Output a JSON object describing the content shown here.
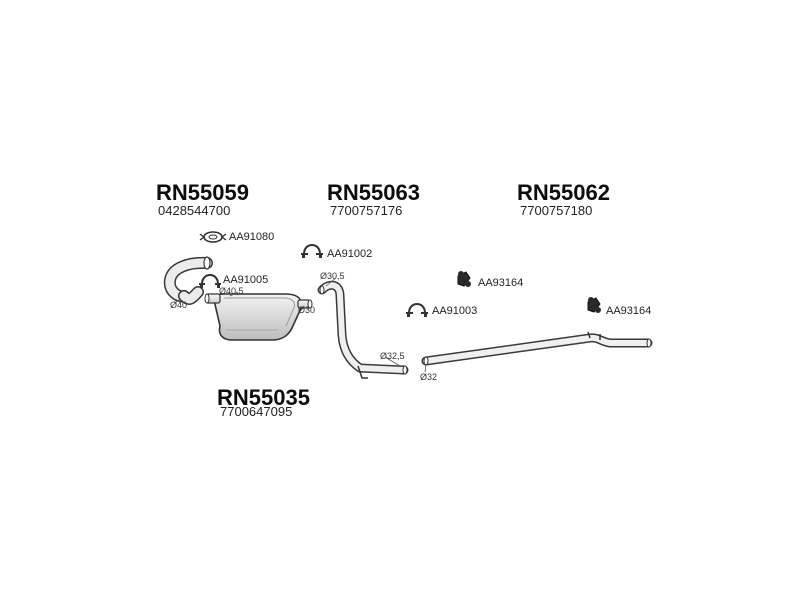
{
  "kits": [
    {
      "code": "RN55059",
      "oem": "0428544700"
    },
    {
      "code": "RN55063",
      "oem": "7700757176"
    },
    {
      "code": "RN55062",
      "oem": "7700757180"
    },
    {
      "code": "RN55035",
      "oem": "7700647095"
    }
  ],
  "parts": {
    "clamp_aa91080": "AA91080",
    "clamp_aa91005": "AA91005",
    "clamp_aa91002": "AA91002",
    "clamp_aa91003": "AA91003",
    "mount_aa93164_a": "AA93164",
    "mount_aa93164_b": "AA93164"
  },
  "dimensions": {
    "d40": "Ø40",
    "d40_5": "Ø40,5",
    "d30": "Ø30",
    "d30_5": "Ø30,5",
    "d32_5": "Ø32,5",
    "d32": "Ø32"
  },
  "colors": {
    "line": "#3a3a3a",
    "fill": "#e6e6e6",
    "text": "#111111"
  }
}
